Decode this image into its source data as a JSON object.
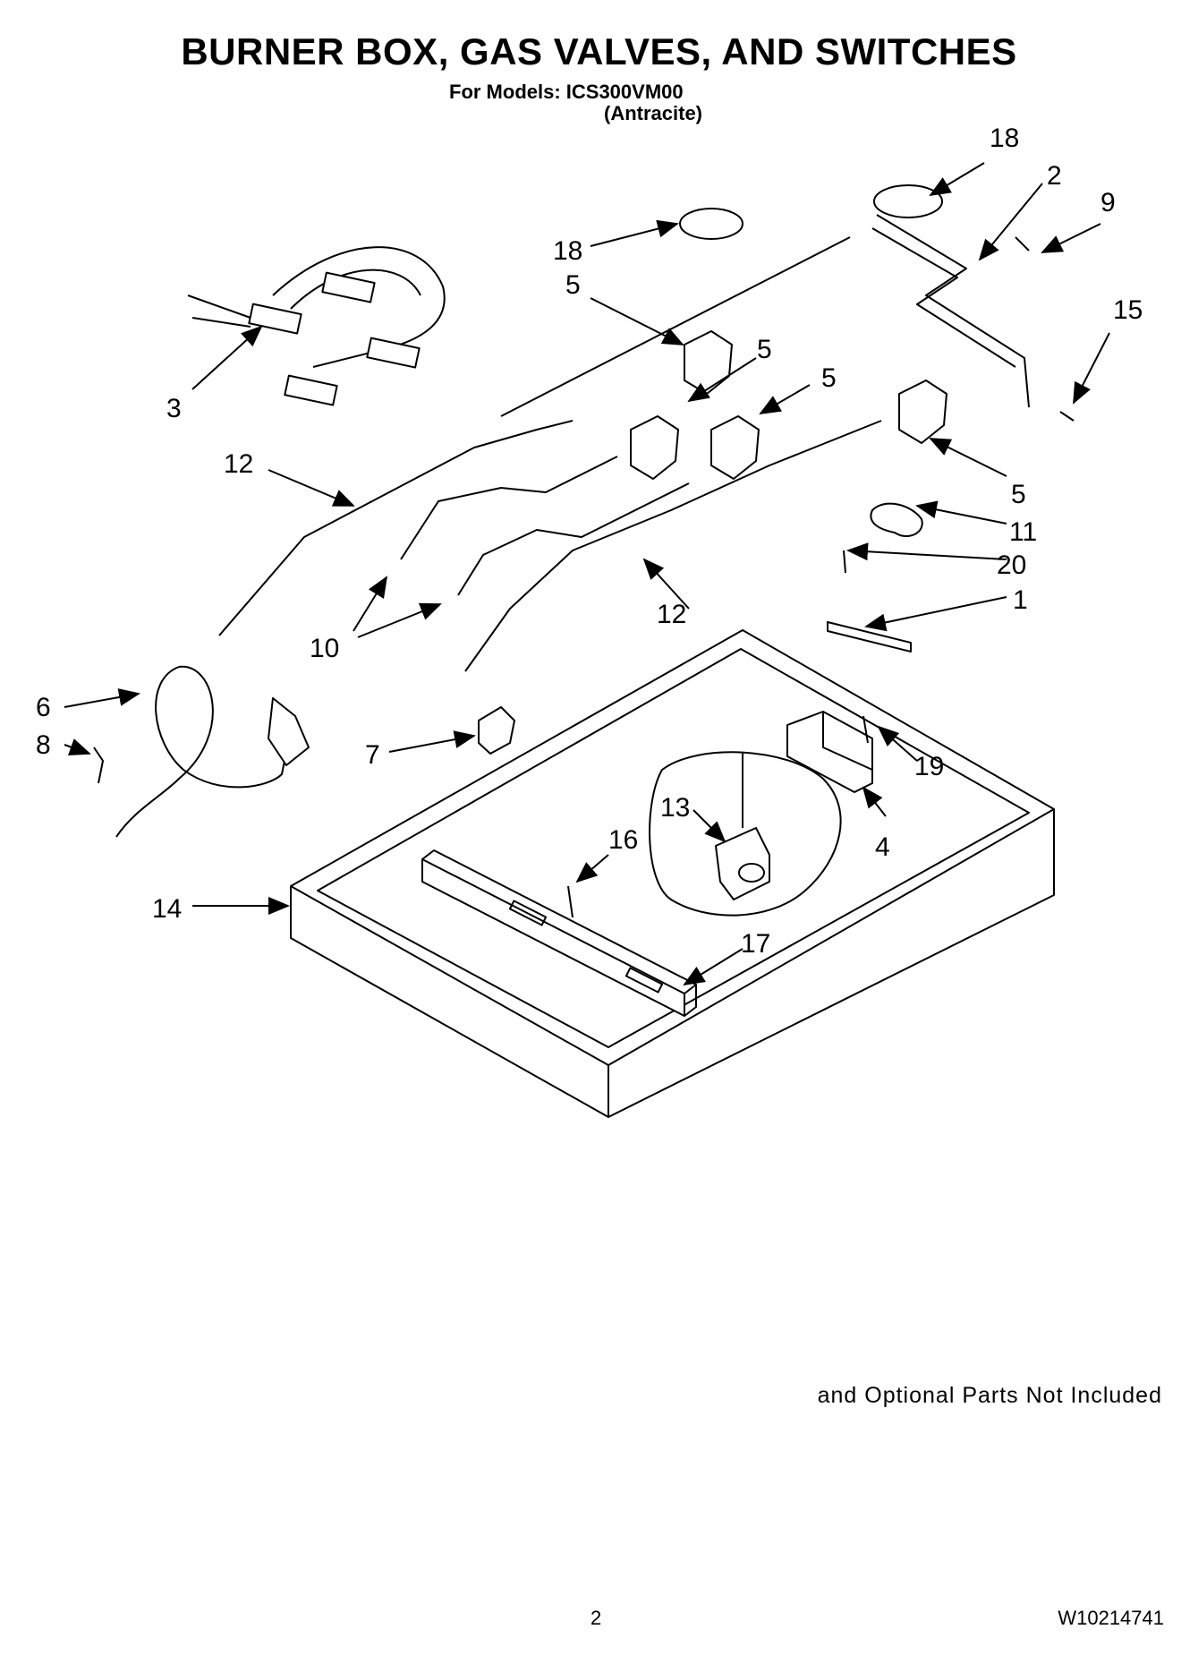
{
  "header": {
    "title": "BURNER BOX, GAS VALVES, AND SWITCHES",
    "models_line": "For Models: ICS300VM00",
    "color_line": "(Antracite)"
  },
  "footer": {
    "note": "and Optional Parts Not Included",
    "page_number": "2",
    "document_number": "W10214741"
  },
  "callouts": [
    "18",
    "2",
    "9",
    "18",
    "5",
    "15",
    "3",
    "5",
    "5",
    "12",
    "5",
    "11",
    "20",
    "1",
    "12",
    "10",
    "6",
    "8",
    "7",
    "19",
    "13",
    "16",
    "4",
    "14",
    "17"
  ]
}
